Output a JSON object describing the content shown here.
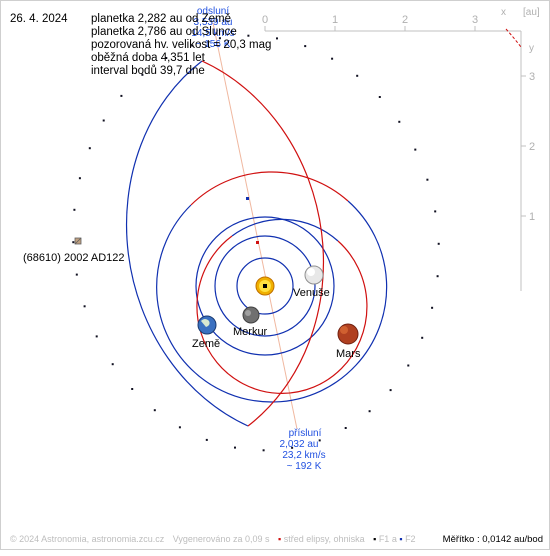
{
  "date": "26. 4. 2024",
  "info_lines": [
    "planetka 2,282 au od Země",
    "planetka 2,786 au od Slunce",
    "pozorovaná hv. velikost = 20,3 mag",
    "oběžná doba 4,351 let",
    "interval bodů 39,7 dne"
  ],
  "aphelion": {
    "title": "odsluní",
    "lines": [
      "3,539 au",
      "14,5 km/s",
      "~ 156 K"
    ]
  },
  "perihelion": {
    "title": "přísluní",
    "lines": [
      "2,032 au",
      "23,2 km/s",
      "~ 192 K"
    ]
  },
  "asteroid_label": "(68610) 2002 AD122",
  "bodies": {
    "earth": "Země",
    "mercury": "Merkur",
    "venus": "Venuše",
    "mars": "Mars"
  },
  "axis": {
    "unit": "[au]",
    "x_ticks": [
      "0",
      "1",
      "2",
      "3"
    ],
    "y_ticks": [
      "1",
      "2",
      "3"
    ],
    "x_label": "x",
    "y_label": "y"
  },
  "footer": {
    "copyright": "© 2024 Astronomia, astronomia.zcu.cz",
    "generated": "Vygenerováno za 0,09 s",
    "legend_center": "střed elipsy, ohniska",
    "legend_f1": "F1 a",
    "legend_f2": "F2",
    "scale": "Měřítko : 0,0142 au/bod"
  },
  "colors": {
    "blue": "#1030b0",
    "red": "#d01010",
    "accent": "#2050e0"
  }
}
